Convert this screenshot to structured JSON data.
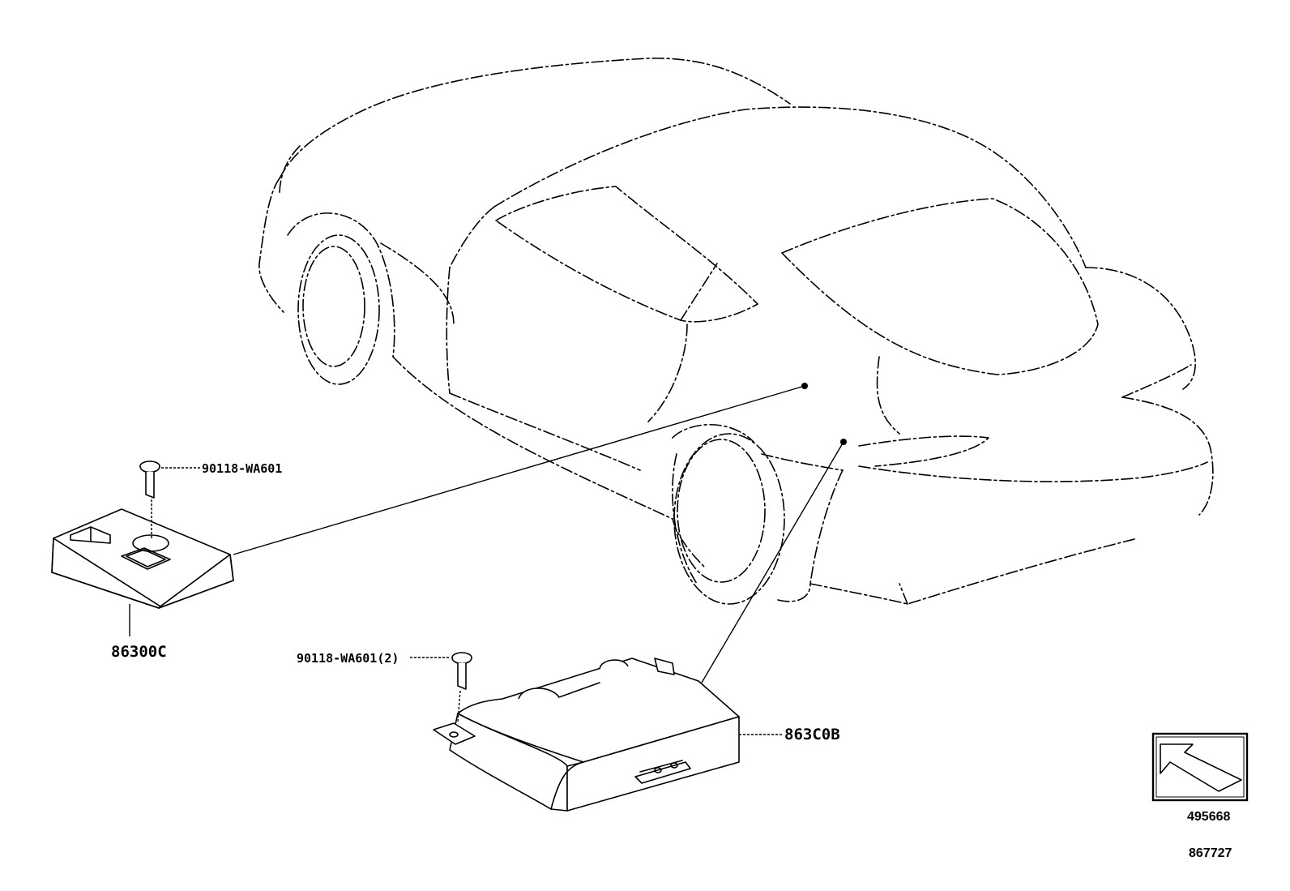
{
  "parts": {
    "bolt_top": "90118-WA601",
    "module_left": "86300C",
    "bolt_bottom": "90118-WA601(2)",
    "module_right": "863C0B"
  },
  "icon": {
    "name": "direction-arrow-icon",
    "caption": "495668"
  },
  "illustration_number": "867727"
}
